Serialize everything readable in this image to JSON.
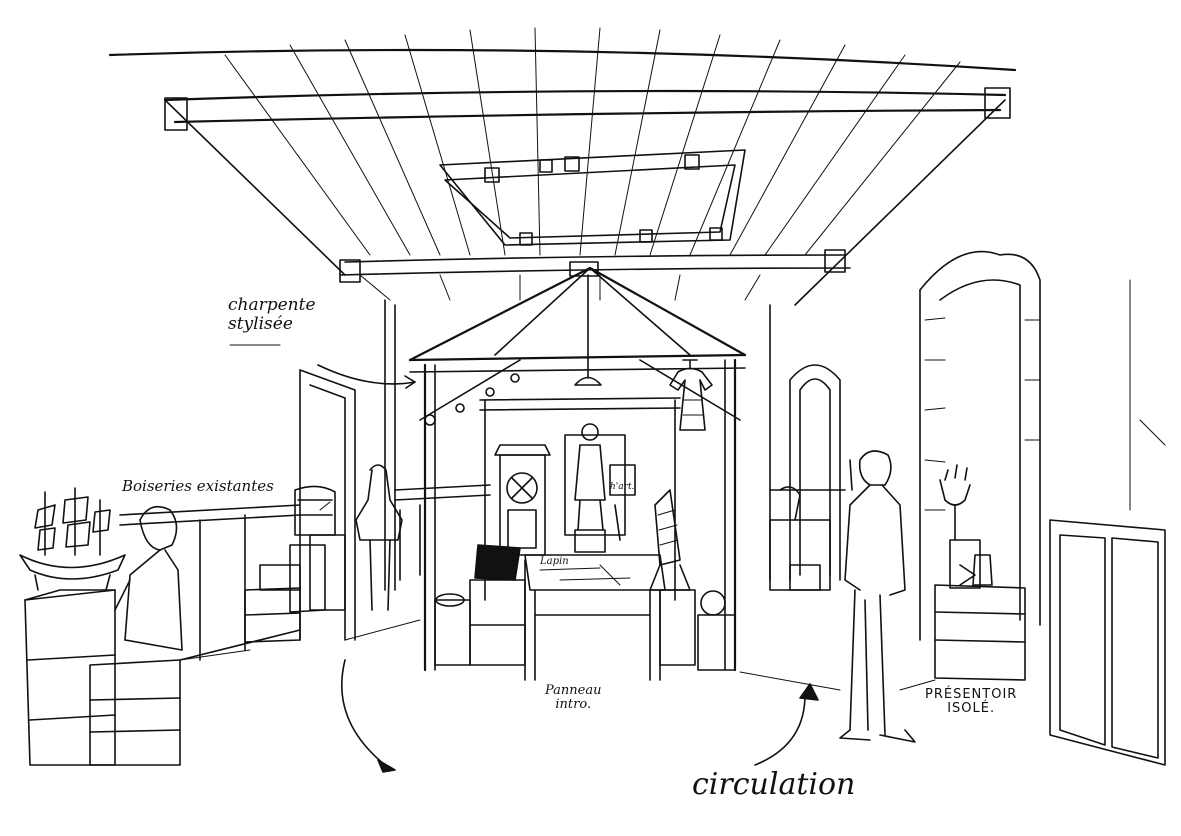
{
  "annotations": {
    "charpente": "charpente\nstylisée",
    "boiseries": "Boiseries existantes",
    "panneau": "Panneau\nintro.",
    "presentoir": "PRÉSENTOIR\nISOLÉ.",
    "circulation": "circulation",
    "panel_title": "Lapin",
    "hat_label": "h'art."
  },
  "ink_color": "#111111",
  "paper_color": "#ffffff"
}
